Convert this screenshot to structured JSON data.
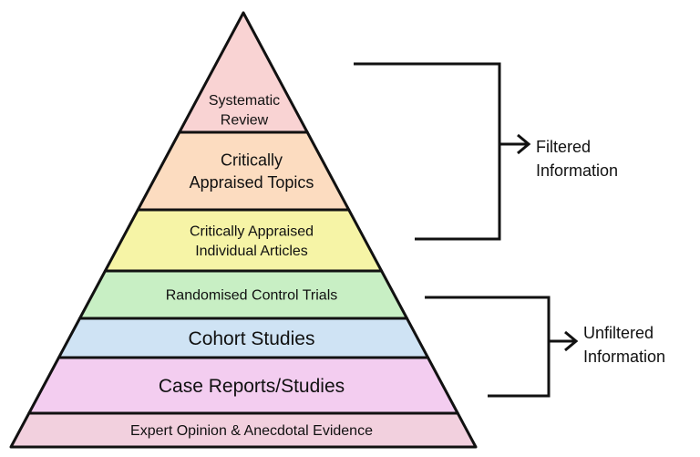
{
  "pyramid": {
    "tiers": [
      {
        "lines": [
          "Systematic",
          "Review"
        ],
        "color": "#f9d3d3"
      },
      {
        "lines": [
          "Critically",
          "Appraised Topics"
        ],
        "color": "#fcdcc0"
      },
      {
        "lines": [
          "Critically Appraised",
          "Individual Articles"
        ],
        "color": "#f6f4a6"
      },
      {
        "lines": [
          "Randomised Control Trials"
        ],
        "color": "#c8efc4"
      },
      {
        "lines": [
          "Cohort Studies"
        ],
        "color": "#cfe3f4"
      },
      {
        "lines": [
          "Case Reports/Studies"
        ],
        "color": "#f3cdf0"
      },
      {
        "lines": [
          "Expert Opinion & Anecdotal Evidence"
        ],
        "color": "#f2d0de"
      }
    ]
  },
  "brackets": {
    "filtered": {
      "lines": [
        "Filtered",
        "Information"
      ]
    },
    "unfiltered": {
      "lines": [
        "Unfiltered",
        "Information"
      ]
    }
  },
  "colors": {
    "outline": "#111111",
    "background": "#ffffff"
  }
}
